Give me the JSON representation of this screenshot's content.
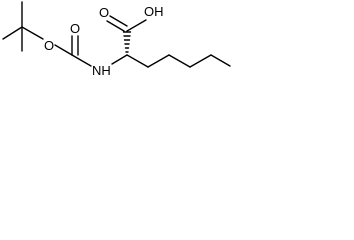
{
  "structure": {
    "atoms": {
      "carboxyl_oh": "OH",
      "carboxyl_o": "O",
      "carbamate_o_carbonyl": "O",
      "carbamate_o_ester": "O",
      "amine_nh": "NH"
    }
  }
}
